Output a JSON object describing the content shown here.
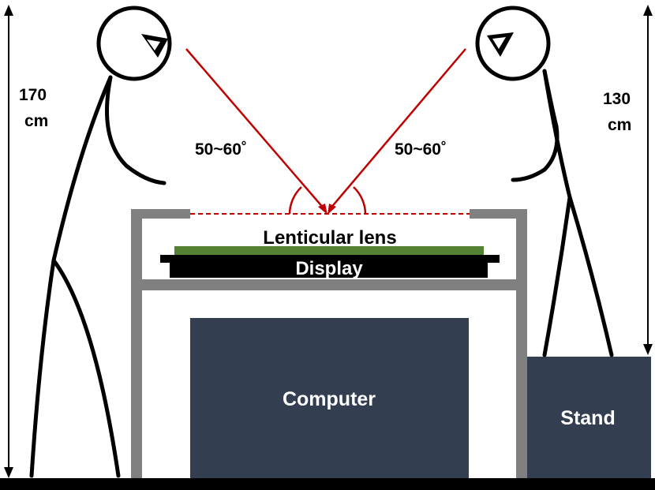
{
  "labels": {
    "height_left_value": "170",
    "height_left_unit": "cm",
    "height_right_value": "130",
    "height_right_unit": "cm",
    "angle_left": "50~60˚",
    "angle_right": "50~60˚",
    "lens": "Lenticular lens",
    "display": "Display",
    "computer": "Computer",
    "stand": "Stand"
  },
  "colors": {
    "ray": "#c00000",
    "frame": "#808080",
    "lens": "#548235",
    "box": "#333f50",
    "figure": "#000000"
  },
  "icons": [
    "viewer-left-eye-icon",
    "viewer-right-eye-icon"
  ]
}
